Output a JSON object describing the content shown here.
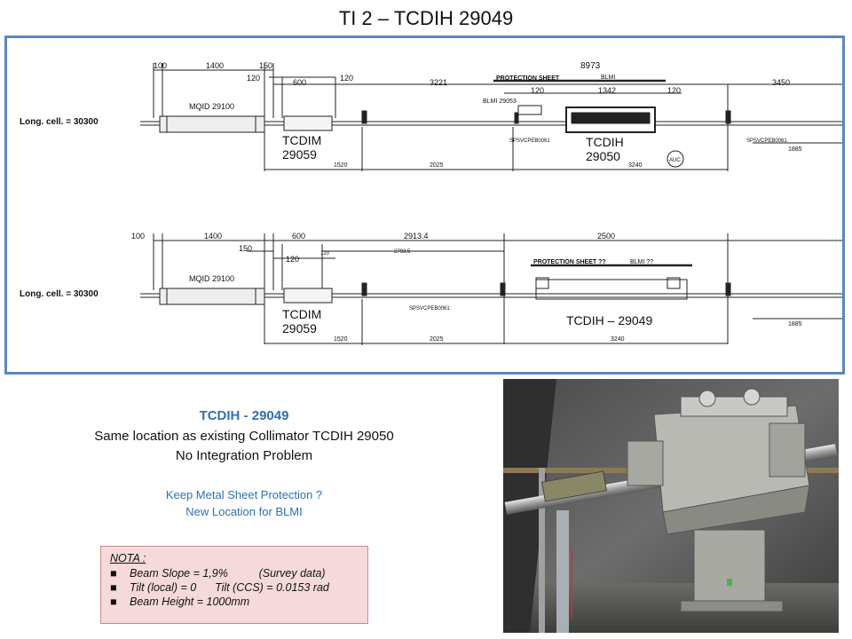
{
  "title": "TI 2 – TCDIH 29049",
  "diagram": {
    "top": {
      "dims_top": [
        "100",
        "1400",
        "150",
        "120",
        "600",
        "120",
        "3221",
        "8973",
        "BLMI",
        "120",
        "1342",
        "120",
        "3450"
      ],
      "labels": {
        "long_cell": "Long. cell. = 30300",
        "mqid": "MQID 29100",
        "tcdim": "TCDIM",
        "tcdim_num": "29059",
        "protection_sheet": "PROTECTION SHEET",
        "blmi_id": "BLMI 29053",
        "tcdih": "TCDIH",
        "tcdih_num": "29050",
        "spsv1": "SPSVCPEB0061",
        "spsv2": "SPSVCPEB0061",
        "auc": "AUC"
      },
      "dims_bottom": [
        "1520",
        "2025",
        "3240",
        "1885"
      ]
    },
    "bottom": {
      "dims_top": [
        "100",
        "1400",
        "600",
        "2913.4",
        "2500",
        "150",
        "120",
        "120",
        "2793.5"
      ],
      "labels": {
        "long_cell": "Long. cell. = 30300",
        "mqid": "MQID 29100",
        "tcdim": "TCDIM",
        "tcdim_num": "29059",
        "protection_sheet": "PROTECTION SHEET ??",
        "blmi": "BLMI ??",
        "tcdih": "TCDIH – 29049",
        "spsv": "SPSVCPEB0061"
      },
      "dims_bottom": [
        "1520",
        "2025",
        "3240",
        "1885"
      ]
    }
  },
  "info": {
    "title": "TCDIH - 29049",
    "line1": "Same location as existing Collimator TCDIH 29050",
    "line2": "No Integration Problem",
    "q1": "Keep Metal Sheet Protection ?",
    "q2": "New Location for BLMI"
  },
  "nota": {
    "heading": "NOTA :",
    "items": [
      "Beam Slope = 1,9%          (Survey data)",
      "Tilt (local) = 0      Tilt (CCS) = 0.0153 rad",
      "Beam Height = 1000mm"
    ]
  },
  "colors": {
    "frame": "#5b86c4",
    "accent": "#2f6fb5",
    "highlight": "#faf596",
    "nota_bg": "#f6dadb"
  }
}
